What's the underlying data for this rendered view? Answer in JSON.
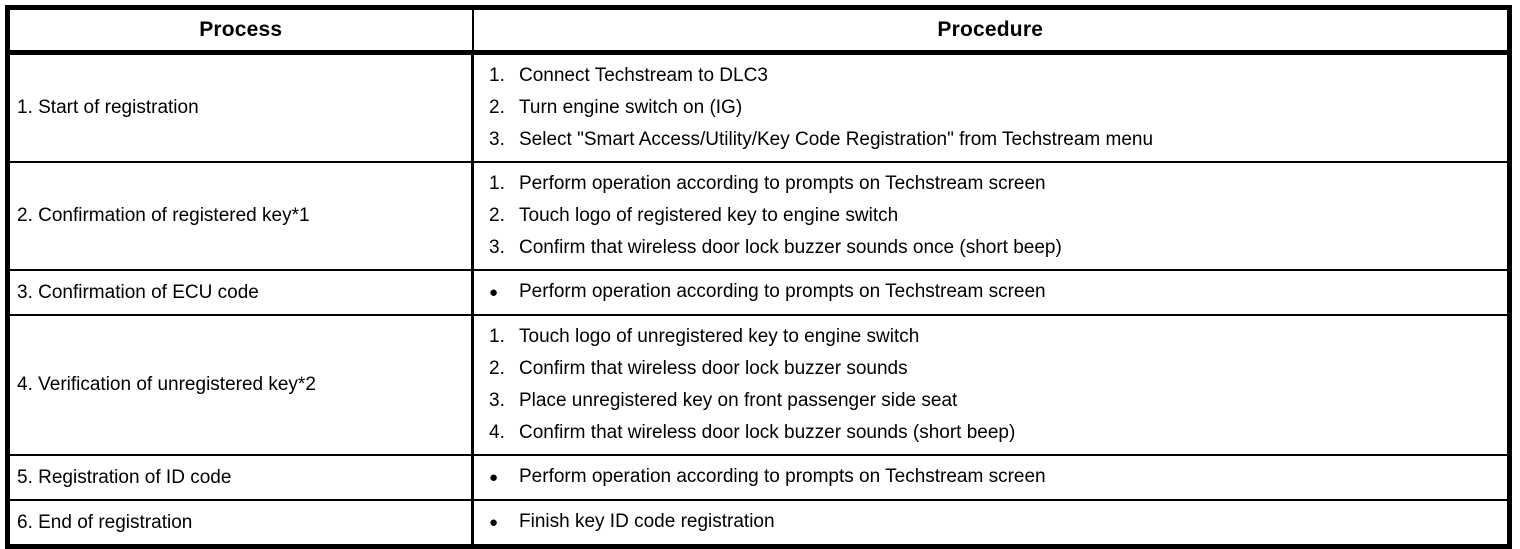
{
  "table": {
    "headers": [
      "Process",
      "Procedure"
    ],
    "bullet_glyph": "●",
    "rows": [
      {
        "process": "1. Start of registration",
        "list_type": "numbered",
        "steps": [
          "Connect Techstream to DLC3",
          "Turn engine switch on (IG)",
          "Select \"Smart Access/Utility/Key Code Registration\" from Techstream menu"
        ]
      },
      {
        "process": "2. Confirmation of registered key*1",
        "list_type": "numbered",
        "steps": [
          "Perform operation according to prompts on Techstream screen",
          "Touch logo of registered key to engine switch",
          "Confirm that wireless door lock buzzer sounds once (short beep)"
        ]
      },
      {
        "process": "3. Confirmation of ECU code",
        "list_type": "bullet",
        "steps": [
          "Perform operation according to prompts on Techstream screen"
        ]
      },
      {
        "process": "4. Verification of unregistered key*2",
        "list_type": "numbered",
        "steps": [
          "Touch logo of unregistered key to engine switch",
          "Confirm that wireless door lock buzzer sounds",
          "Place unregistered key on front passenger side seat",
          "Confirm that wireless door lock buzzer sounds (short beep)"
        ]
      },
      {
        "process": "5. Registration of ID code",
        "list_type": "bullet",
        "steps": [
          "Perform operation according to prompts on Techstream screen"
        ]
      },
      {
        "process": "6. End of registration",
        "list_type": "bullet",
        "steps": [
          "Finish key ID code registration"
        ]
      }
    ]
  }
}
